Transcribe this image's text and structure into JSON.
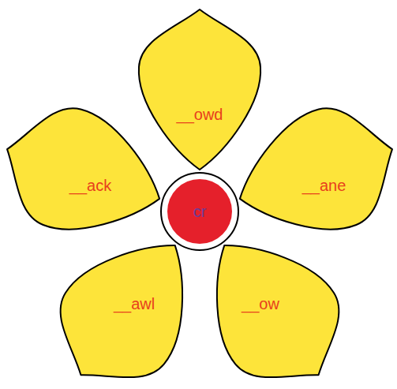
{
  "diagram": {
    "nodes": [
      {
        "text": [
          "__owd"
        ]
      },
      {
        "text": [
          "__ack"
        ]
      },
      {
        "text": [
          "cr"
        ]
      },
      {
        "text": [
          "__ane"
        ]
      },
      {
        "text": [
          "__awl"
        ]
      },
      {
        "text": [
          "__ow"
        ]
      }
    ]
  }
}
